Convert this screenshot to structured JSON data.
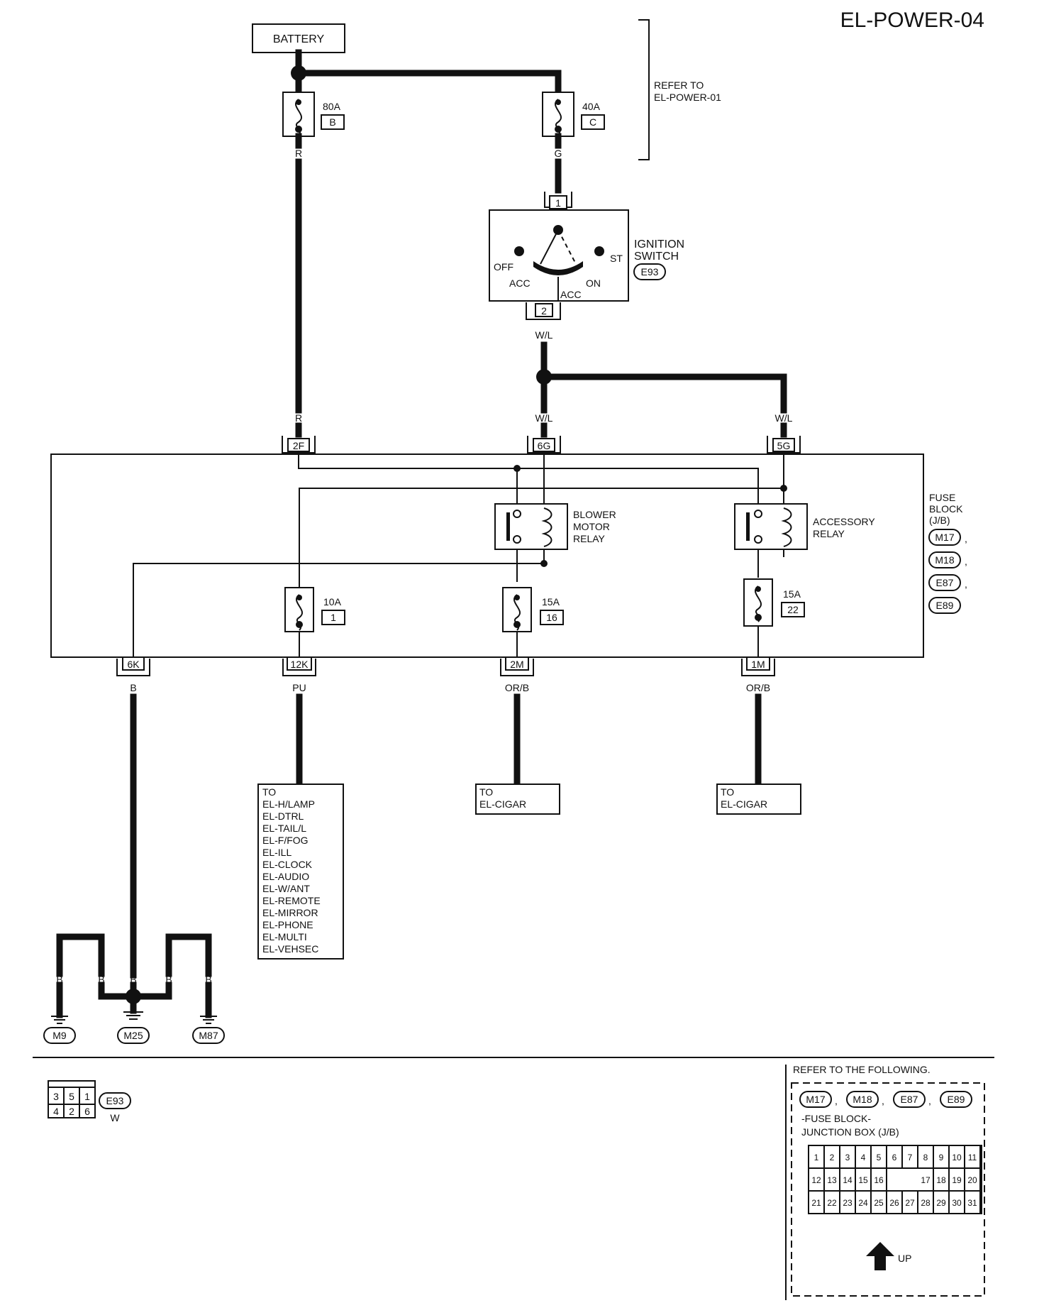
{
  "page_title": "EL-POWER-04",
  "battery": {
    "label": "BATTERY"
  },
  "fuses_top": [
    {
      "rating": "80A",
      "id": "B",
      "wire_color": "R"
    },
    {
      "rating": "40A",
      "id": "C",
      "wire_color": "G"
    }
  ],
  "refer_top": {
    "line1": "REFER TO",
    "line2": "EL-POWER-01"
  },
  "ignition_switch": {
    "label_line1": "IGNITION",
    "label_line2": "SWITCH",
    "connector": "E93",
    "in_pin": "1",
    "out_pin": "2",
    "positions": {
      "off": "OFF",
      "acc_left": "ACC",
      "acc_bottom": "ACC",
      "on": "ON",
      "st": "ST"
    },
    "out_wire": "W/L"
  },
  "fuse_block": {
    "label_line1": "FUSE",
    "label_line2": "BLOCK",
    "label_line3": "(J/B)",
    "connectors": [
      "M17",
      "M18",
      "E87",
      "E89"
    ],
    "inputs": [
      {
        "pin": "2F",
        "wire_color": "R"
      },
      {
        "pin": "6G",
        "wire_color": "W/L"
      },
      {
        "pin": "5G",
        "wire_color": "W/L"
      }
    ],
    "relays": [
      {
        "line1": "BLOWER",
        "line2": "MOTOR",
        "line3": "RELAY"
      },
      {
        "line1": "ACCESSORY",
        "line2": "RELAY"
      }
    ],
    "fuses": [
      {
        "rating": "10A",
        "id": "1"
      },
      {
        "rating": "15A",
        "id": "16"
      },
      {
        "rating": "15A",
        "id": "22"
      }
    ],
    "outputs": [
      {
        "pin": "6K",
        "wire_color": "B"
      },
      {
        "pin": "12K",
        "wire_color": "PU"
      },
      {
        "pin": "2M",
        "wire_color": "OR/B"
      },
      {
        "pin": "1M",
        "wire_color": "OR/B"
      }
    ]
  },
  "to_list": {
    "header": "TO",
    "items": [
      "EL-H/LAMP",
      "EL-DTRL",
      "EL-TAIL/L",
      "EL-F/FOG",
      "EL-ILL",
      "EL-CLOCK",
      "EL-AUDIO",
      "EL-W/ANT",
      "EL-REMOTE",
      "EL-MIRROR",
      "EL-PHONE",
      "EL-MULTI",
      "EL-VEHSEC"
    ]
  },
  "to_cigar_1": {
    "line1": "TO",
    "line2": "EL-CIGAR"
  },
  "to_cigar_2": {
    "line1": "TO",
    "line2": "EL-CIGAR"
  },
  "grounds": {
    "wire_labels": [
      "B",
      "B",
      "B",
      "B",
      "B"
    ],
    "points": [
      "M9",
      "M25",
      "M87"
    ]
  },
  "connector_view": {
    "pins_top": [
      "3",
      "5",
      "1"
    ],
    "pins_bottom": [
      "4",
      "2",
      "6"
    ],
    "connector": "E93",
    "color": "W"
  },
  "refer_following": {
    "title": "REFER TO THE FOLLOWING.",
    "connectors": [
      "M17",
      "M18",
      "E87",
      "E89"
    ],
    "desc_line1": "-FUSE BLOCK-",
    "desc_line2": "JUNCTION BOX (J/B)",
    "row1": [
      "1",
      "2",
      "3",
      "4",
      "5",
      "6",
      "7",
      "8",
      "9",
      "10",
      "11"
    ],
    "row2_left": [
      "12",
      "13",
      "14",
      "15",
      "16"
    ],
    "row2_right": [
      "17",
      "18",
      "19",
      "20"
    ],
    "row3": [
      "21",
      "22",
      "23",
      "24",
      "25",
      "26",
      "27",
      "28",
      "29",
      "30",
      "31"
    ],
    "up_label": "UP"
  }
}
